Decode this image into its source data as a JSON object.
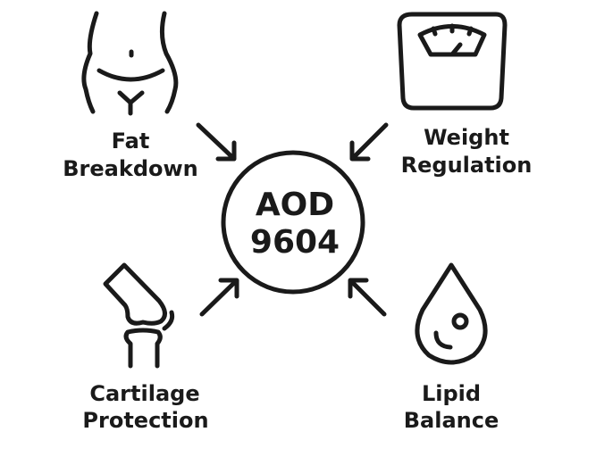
{
  "center": {
    "line1": "AOD",
    "line2": "9604"
  },
  "nodes": [
    {
      "icon": "torso-icon",
      "line1": "Fat",
      "line2": "Breakdown"
    },
    {
      "icon": "scale-icon",
      "line1": "Weight",
      "line2": "Regulation"
    },
    {
      "icon": "knee-joint-icon",
      "line1": "Cartilage",
      "line2": "Protection"
    },
    {
      "icon": "drop-icon",
      "line1": "Lipid",
      "line2": "Balance"
    }
  ]
}
